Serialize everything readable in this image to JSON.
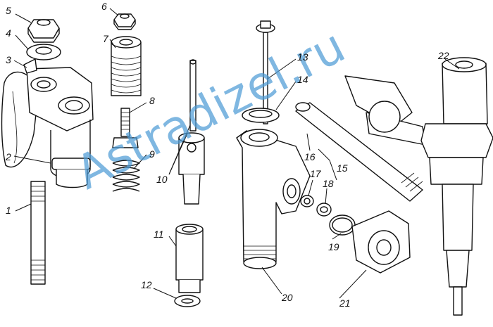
{
  "callouts": {
    "c1": "1",
    "c2": "2",
    "c3": "3",
    "c4": "4",
    "c5": "5",
    "c6": "6",
    "c7": "7",
    "c8": "8",
    "c9": "9",
    "c10": "10",
    "c11": "11",
    "c12": "12",
    "c13": "13",
    "c14": "14",
    "c15": "15",
    "c16": "16",
    "c17": "17",
    "c18": "18",
    "c19": "19",
    "c20": "20",
    "c21": "21",
    "c22": "22"
  },
  "watermark": {
    "text": "Astradizel.ru",
    "color": "#4d9bd6"
  },
  "colors": {
    "line": "#111111",
    "background": "#ffffff"
  }
}
